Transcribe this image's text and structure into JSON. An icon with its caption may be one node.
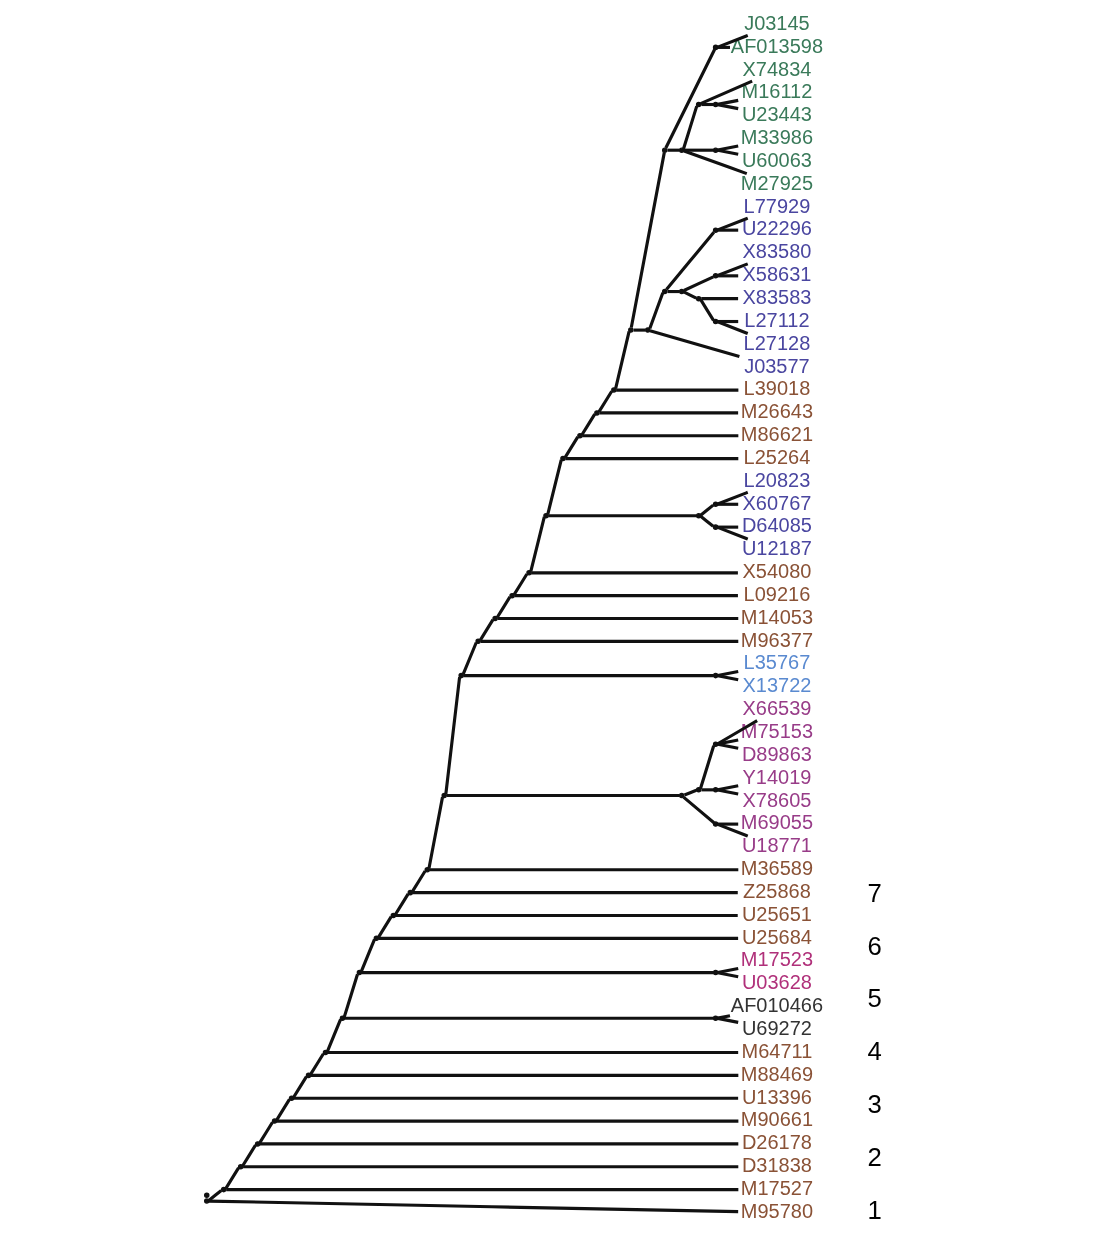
{
  "diagram": {
    "nodes": [
      {
        "text": [
          "J03145"
        ]
      },
      {
        "text": [
          "AF013598"
        ]
      },
      {
        "text": [
          "X74834"
        ]
      },
      {
        "text": [
          "M16112"
        ]
      },
      {
        "text": [
          "U23443"
        ]
      },
      {
        "text": [
          "M33986"
        ]
      },
      {
        "text": [
          "U60063"
        ]
      },
      {
        "text": [
          "M27925"
        ]
      },
      {
        "text": [
          "L77929"
        ]
      },
      {
        "text": [
          "U22296"
        ]
      },
      {
        "text": [
          "X83580"
        ]
      },
      {
        "text": [
          "X58631"
        ]
      },
      {
        "text": [
          "X83583"
        ]
      },
      {
        "text": [
          "L27112"
        ]
      },
      {
        "text": [
          "L27128"
        ]
      },
      {
        "text": [
          "J03577"
        ]
      },
      {
        "text": [
          "L39018"
        ]
      },
      {
        "text": [
          "M26643"
        ]
      },
      {
        "text": [
          "M86621"
        ]
      },
      {
        "text": [
          "L25264"
        ]
      },
      {
        "text": [
          "L20823"
        ]
      },
      {
        "text": [
          "X60767"
        ]
      },
      {
        "text": [
          "D64085"
        ]
      },
      {
        "text": [
          "U12187"
        ]
      },
      {
        "text": [
          "X54080"
        ]
      },
      {
        "text": [
          "L09216"
        ]
      },
      {
        "text": [
          "M14053"
        ]
      },
      {
        "text": [
          "M96377"
        ]
      },
      {
        "text": [
          "L35767"
        ]
      },
      {
        "text": [
          "X13722"
        ]
      },
      {
        "text": [
          "X66539"
        ]
      },
      {
        "text": [
          "M75153"
        ]
      },
      {
        "text": [
          "D89863"
        ]
      },
      {
        "text": [
          "Y14019"
        ]
      },
      {
        "text": [
          "X78605"
        ]
      },
      {
        "text": [
          "M69055"
        ]
      },
      {
        "text": [
          "U18771"
        ]
      },
      {
        "text": [
          "M36589"
        ]
      },
      {
        "text": [
          "Z25868"
        ]
      },
      {
        "text": [
          "U25651"
        ]
      },
      {
        "text": [
          "U25684"
        ]
      },
      {
        "text": [
          "M17523"
        ]
      },
      {
        "text": [
          "U03628"
        ]
      },
      {
        "text": [
          "AF010466"
        ]
      },
      {
        "text": [
          "U69272"
        ]
      },
      {
        "text": [
          "M64711"
        ]
      },
      {
        "text": [
          "M88469"
        ]
      },
      {
        "text": [
          "U13396"
        ]
      },
      {
        "text": [
          "M90661"
        ]
      },
      {
        "text": [
          "D26178"
        ]
      },
      {
        "text": [
          "D31838"
        ]
      },
      {
        "text": [
          "M17527"
        ]
      },
      {
        "text": [
          "M95780"
        ]
      },
      {
        "text": [],
        "shape": "point"
      },
      {
        "text": [],
        "shape": "point"
      },
      {
        "text": [],
        "shape": "point"
      },
      {
        "text": [],
        "shape": "point"
      },
      {
        "text": [],
        "shape": "point"
      },
      {
        "text": [],
        "shape": "point"
      },
      {
        "text": [],
        "shape": "point"
      },
      {
        "text": [],
        "shape": "point"
      },
      {
        "text": [],
        "shape": "point"
      },
      {
        "text": [],
        "shape": "point"
      },
      {
        "text": [],
        "shape": "point"
      },
      {
        "text": [],
        "shape": "point"
      },
      {
        "text": [],
        "shape": "point"
      },
      {
        "text": [],
        "shape": "point"
      },
      {
        "text": [],
        "shape": "point"
      },
      {
        "text": [],
        "shape": "point"
      },
      {
        "text": [],
        "shape": "point"
      },
      {
        "text": [],
        "shape": "point"
      },
      {
        "text": [],
        "shape": "point"
      },
      {
        "text": [],
        "shape": "point"
      },
      {
        "text": [],
        "shape": "point"
      },
      {
        "text": [],
        "shape": "point"
      },
      {
        "text": [],
        "shape": "point"
      },
      {
        "text": [],
        "shape": "point"
      },
      {
        "text": [],
        "shape": "point"
      },
      {
        "text": [],
        "shape": "point"
      },
      {
        "text": [],
        "shape": "point"
      },
      {
        "text": [],
        "shape": "point"
      },
      {
        "text": [],
        "shape": "point"
      },
      {
        "text": [],
        "shape": "point"
      },
      {
        "text": [],
        "shape": "point"
      },
      {
        "text": [],
        "shape": "point"
      },
      {
        "text": [],
        "shape": "point"
      },
      {
        "text": [],
        "shape": "point"
      },
      {
        "text": [],
        "shape": "point"
      },
      {
        "text": [],
        "shape": "point"
      },
      {
        "text": [],
        "shape": "point"
      },
      {
        "text": [],
        "shape": "point"
      },
      {
        "text": [],
        "shape": "point"
      },
      {
        "text": [],
        "shape": "point"
      },
      {
        "text": [],
        "shape": "point"
      },
      {
        "text": [],
        "shape": "point"
      },
      {
        "text": [],
        "shape": "point"
      },
      {
        "text": [],
        "shape": "point"
      },
      {
        "text": [],
        "shape": "point"
      },
      {
        "text": [],
        "shape": "point"
      },
      {
        "text": [],
        "shape": "point"
      },
      {
        "text": [],
        "shape": "point"
      },
      {
        "text": [],
        "shape": "point"
      },
      {
        "text": [],
        "shape": "point"
      },
      {
        "text": [],
        "shape": "point"
      }
    ],
    "edges": [
      {
        "from": 53,
        "to": 0,
        "arrow": "none"
      },
      {
        "from": 53,
        "to": 1,
        "arrow": "none"
      },
      {
        "from": 54,
        "to": 3,
        "arrow": "none"
      },
      {
        "from": 54,
        "to": 4,
        "arrow": "none"
      },
      {
        "from": 55,
        "to": 2,
        "arrow": "none"
      },
      {
        "from": 55,
        "to": 54,
        "arrow": "none"
      },
      {
        "from": 56,
        "to": 5,
        "arrow": "none"
      },
      {
        "from": 56,
        "to": 6,
        "arrow": "none"
      },
      {
        "from": 57,
        "to": 55,
        "arrow": "none"
      },
      {
        "from": 57,
        "to": 56,
        "arrow": "none"
      },
      {
        "from": 57,
        "to": 7,
        "arrow": "none"
      },
      {
        "from": 58,
        "to": 53,
        "arrow": "none"
      },
      {
        "from": 58,
        "to": 57,
        "arrow": "none"
      },
      {
        "from": 59,
        "to": 8,
        "arrow": "none"
      },
      {
        "from": 59,
        "to": 9,
        "arrow": "none"
      },
      {
        "from": 60,
        "to": 10,
        "arrow": "none"
      },
      {
        "from": 60,
        "to": 11,
        "arrow": "none"
      },
      {
        "from": 61,
        "to": 13,
        "arrow": "none"
      },
      {
        "from": 61,
        "to": 14,
        "arrow": "none"
      },
      {
        "from": 62,
        "to": 12,
        "arrow": "none"
      },
      {
        "from": 62,
        "to": 61,
        "arrow": "none"
      },
      {
        "from": 63,
        "to": 60,
        "arrow": "none"
      },
      {
        "from": 63,
        "to": 62,
        "arrow": "none"
      },
      {
        "from": 64,
        "to": 59,
        "arrow": "none"
      },
      {
        "from": 64,
        "to": 63,
        "arrow": "none"
      },
      {
        "from": 65,
        "to": 64,
        "arrow": "none"
      },
      {
        "from": 65,
        "to": 15,
        "arrow": "none"
      },
      {
        "from": 66,
        "to": 20,
        "arrow": "none"
      },
      {
        "from": 66,
        "to": 21,
        "arrow": "none"
      },
      {
        "from": 67,
        "to": 22,
        "arrow": "none"
      },
      {
        "from": 67,
        "to": 23,
        "arrow": "none"
      },
      {
        "from": 68,
        "to": 66,
        "arrow": "none"
      },
      {
        "from": 68,
        "to": 67,
        "arrow": "none"
      },
      {
        "from": 69,
        "to": 28,
        "arrow": "none"
      },
      {
        "from": 69,
        "to": 29,
        "arrow": "none"
      },
      {
        "from": 70,
        "to": 30,
        "arrow": "none"
      },
      {
        "from": 70,
        "to": 31,
        "arrow": "none"
      },
      {
        "from": 70,
        "to": 32,
        "arrow": "none"
      },
      {
        "from": 71,
        "to": 33,
        "arrow": "none"
      },
      {
        "from": 71,
        "to": 34,
        "arrow": "none"
      },
      {
        "from": 72,
        "to": 70,
        "arrow": "none"
      },
      {
        "from": 72,
        "to": 71,
        "arrow": "none"
      },
      {
        "from": 73,
        "to": 35,
        "arrow": "none"
      },
      {
        "from": 73,
        "to": 36,
        "arrow": "none"
      },
      {
        "from": 74,
        "to": 72,
        "arrow": "none"
      },
      {
        "from": 74,
        "to": 73,
        "arrow": "none"
      },
      {
        "from": 75,
        "to": 41,
        "arrow": "none"
      },
      {
        "from": 75,
        "to": 42,
        "arrow": "none"
      },
      {
        "from": 76,
        "to": 43,
        "arrow": "none"
      },
      {
        "from": 76,
        "to": 44,
        "arrow": "none"
      },
      {
        "from": 77,
        "to": 58,
        "arrow": "none"
      },
      {
        "from": 77,
        "to": 65,
        "arrow": "none"
      },
      {
        "from": 78,
        "to": 77,
        "arrow": "none"
      },
      {
        "from": 78,
        "to": 16,
        "arrow": "none"
      },
      {
        "from": 79,
        "to": 78,
        "arrow": "none"
      },
      {
        "from": 79,
        "to": 17,
        "arrow": "none"
      },
      {
        "from": 80,
        "to": 79,
        "arrow": "none"
      },
      {
        "from": 80,
        "to": 18,
        "arrow": "none"
      },
      {
        "from": 81,
        "to": 80,
        "arrow": "none"
      },
      {
        "from": 81,
        "to": 19,
        "arrow": "none"
      },
      {
        "from": 82,
        "to": 81,
        "arrow": "none"
      },
      {
        "from": 82,
        "to": 68,
        "arrow": "none"
      },
      {
        "from": 83,
        "to": 82,
        "arrow": "none"
      },
      {
        "from": 83,
        "to": 24,
        "arrow": "none"
      },
      {
        "from": 84,
        "to": 83,
        "arrow": "none"
      },
      {
        "from": 84,
        "to": 25,
        "arrow": "none"
      },
      {
        "from": 85,
        "to": 84,
        "arrow": "none"
      },
      {
        "from": 85,
        "to": 26,
        "arrow": "none"
      },
      {
        "from": 86,
        "to": 85,
        "arrow": "none"
      },
      {
        "from": 86,
        "to": 27,
        "arrow": "none"
      },
      {
        "from": 87,
        "to": 86,
        "arrow": "none"
      },
      {
        "from": 87,
        "to": 69,
        "arrow": "none"
      },
      {
        "from": 88,
        "to": 87,
        "arrow": "none"
      },
      {
        "from": 88,
        "to": 74,
        "arrow": "none"
      },
      {
        "from": 89,
        "to": 88,
        "arrow": "none"
      },
      {
        "from": 89,
        "to": 37,
        "arrow": "none"
      },
      {
        "from": 90,
        "to": 89,
        "arrow": "none"
      },
      {
        "from": 90,
        "to": 38,
        "arrow": "none"
      },
      {
        "from": 91,
        "to": 90,
        "arrow": "none"
      },
      {
        "from": 91,
        "to": 39,
        "arrow": "none"
      },
      {
        "from": 92,
        "to": 91,
        "arrow": "none"
      },
      {
        "from": 92,
        "to": 40,
        "arrow": "none"
      },
      {
        "from": 93,
        "to": 92,
        "arrow": "none"
      },
      {
        "from": 93,
        "to": 75,
        "arrow": "none"
      },
      {
        "from": 94,
        "to": 93,
        "arrow": "none"
      },
      {
        "from": 94,
        "to": 76,
        "arrow": "none"
      },
      {
        "from": 95,
        "to": 94,
        "arrow": "none"
      },
      {
        "from": 95,
        "to": 45,
        "arrow": "none"
      },
      {
        "from": 96,
        "to": 95,
        "arrow": "none"
      },
      {
        "from": 96,
        "to": 46,
        "arrow": "none"
      },
      {
        "from": 97,
        "to": 96,
        "arrow": "none"
      },
      {
        "from": 97,
        "to": 47,
        "arrow": "none"
      },
      {
        "from": 98,
        "to": 97,
        "arrow": "none"
      },
      {
        "from": 98,
        "to": 48,
        "arrow": "none"
      },
      {
        "from": 99,
        "to": 98,
        "arrow": "none"
      },
      {
        "from": 99,
        "to": 49,
        "arrow": "none"
      },
      {
        "from": 100,
        "to": 99,
        "arrow": "none"
      },
      {
        "from": 100,
        "to": 50,
        "arrow": "none"
      },
      {
        "from": 101,
        "to": 100,
        "arrow": "none"
      },
      {
        "from": 101,
        "to": 51,
        "arrow": "none"
      },
      {
        "from": 102,
        "to": 101,
        "arrow": "none"
      },
      {
        "from": 102,
        "to": 52,
        "arrow": "none"
      }
    ],
    "labels": [
      "1",
      "2",
      "3",
      "4",
      "5",
      "6",
      "7"
    ]
  }
}
